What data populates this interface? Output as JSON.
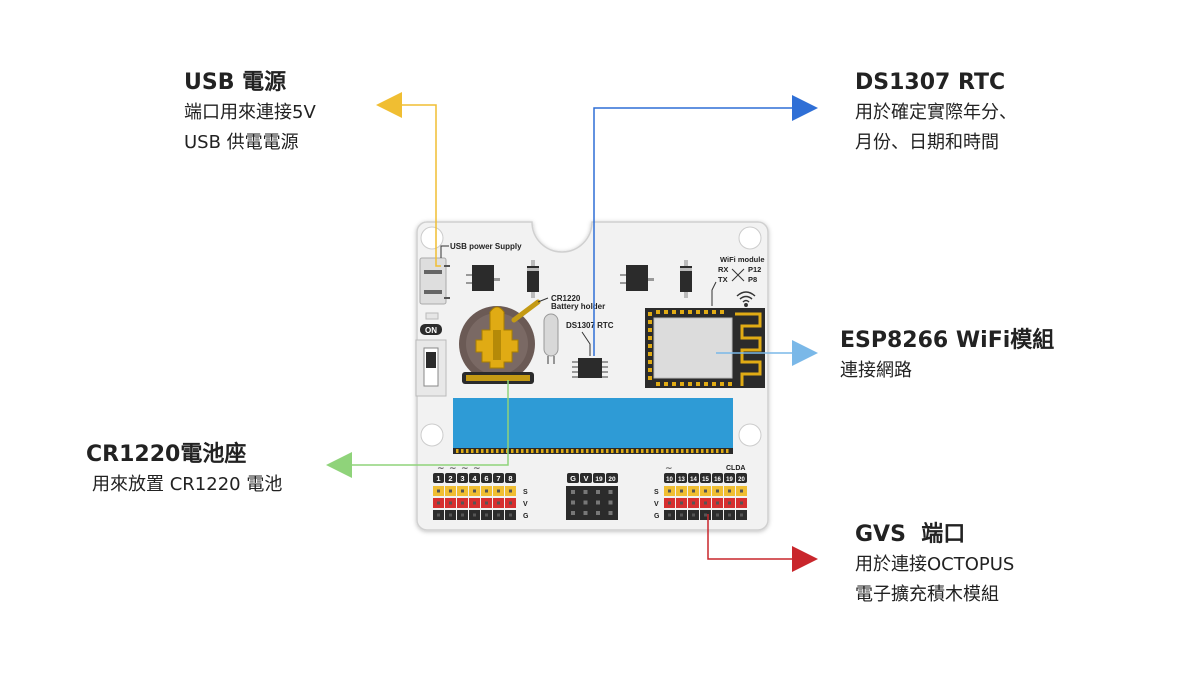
{
  "callouts": {
    "usb": {
      "title": "USB 電源",
      "lines": [
        "端口用來連接5V",
        "USB 供電電源"
      ],
      "color": "#f0be32"
    },
    "rtc": {
      "title": "DS1307 RTC",
      "lines": [
        "用於確定實際年分、",
        "月份、日期和時間"
      ],
      "color": "#2f6fd6"
    },
    "wifi": {
      "title": "ESP8266 WiFi模組",
      "lines": [
        "連接網路"
      ],
      "color": "#7ab8e8"
    },
    "battery": {
      "title": "CR1220電池座",
      "lines": [
        "用來放置 CR1220 電池"
      ],
      "color": "#8fd37a"
    },
    "gvs": {
      "title": "GVS  端口",
      "lines": [
        "用於連接OCTOPUS",
        "電子擴充積木模組"
      ],
      "color": "#c9262c"
    }
  },
  "board": {
    "usb_label": "USB power Supply",
    "battery_label_1": "CR1220",
    "battery_label_2": "Battery holder",
    "rtc_label": "DS1307 RTC",
    "wifi_label": "WiFi module",
    "rx_label": "RX",
    "tx_label": "TX",
    "p12_label": "P12",
    "p8_label": "P8",
    "on_label": "ON",
    "cl_da_label": "CLDA",
    "left_header_pins": [
      "1",
      "2",
      "3",
      "4",
      "6",
      "7",
      "8"
    ],
    "middle_header_pins": [
      "G",
      "V",
      "19",
      "20"
    ],
    "right_header_pins": [
      "10",
      "13",
      "14",
      "15",
      "16",
      "19",
      "20"
    ],
    "row_labels": [
      "S",
      "V",
      "G"
    ]
  }
}
